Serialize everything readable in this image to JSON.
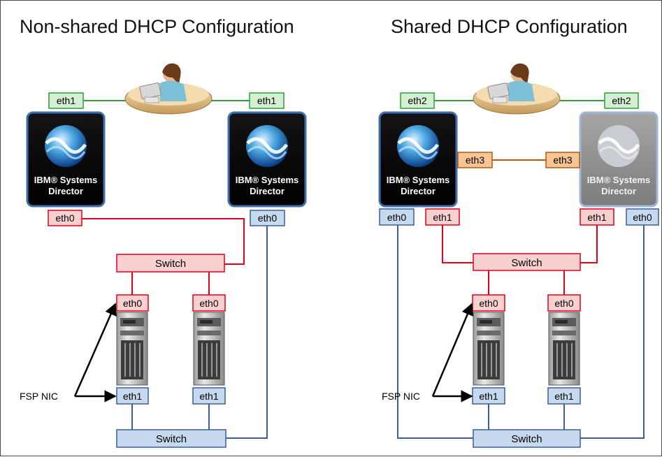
{
  "left": {
    "title": "Non-shared DHCP Configuration",
    "director_left_top": "eth1",
    "director_right_top": "eth1",
    "director_left_bottom": "eth0",
    "director_right_bottom": "eth0",
    "switch_top": "Switch",
    "server1_top": "eth0",
    "server2_top": "eth0",
    "server1_bottom": "eth1",
    "server2_bottom": "eth1",
    "fsp_label": "FSP NIC",
    "switch_bottom": "Switch"
  },
  "right": {
    "title": "Shared DHCP Configuration",
    "director_left_top": "eth2",
    "director_right_top": "eth2",
    "director_left_mid": "eth3",
    "director_right_mid": "eth3",
    "director_left_bottom_a": "eth0",
    "director_left_bottom_b": "eth1",
    "director_right_bottom_a": "eth1",
    "director_right_bottom_b": "eth0",
    "switch_top": "Switch",
    "server1_top": "eth0",
    "server2_top": "eth0",
    "server1_bottom": "eth1",
    "server2_bottom": "eth1",
    "fsp_label": "FSP NIC",
    "switch_bottom": "Switch"
  },
  "director_logo": {
    "line1": "IBM® Systems",
    "line2": "Director"
  },
  "colors": {
    "red_line": "#e0001a",
    "blue_line": "#3a5f9a",
    "green_line": "#2e9a3c",
    "orange_line": "#b05a10",
    "red_fill": "#f9d0d0",
    "blue_fill": "#c6d9ee",
    "green_fill": "#d3f0d3",
    "orange_fill": "#f7c594"
  }
}
